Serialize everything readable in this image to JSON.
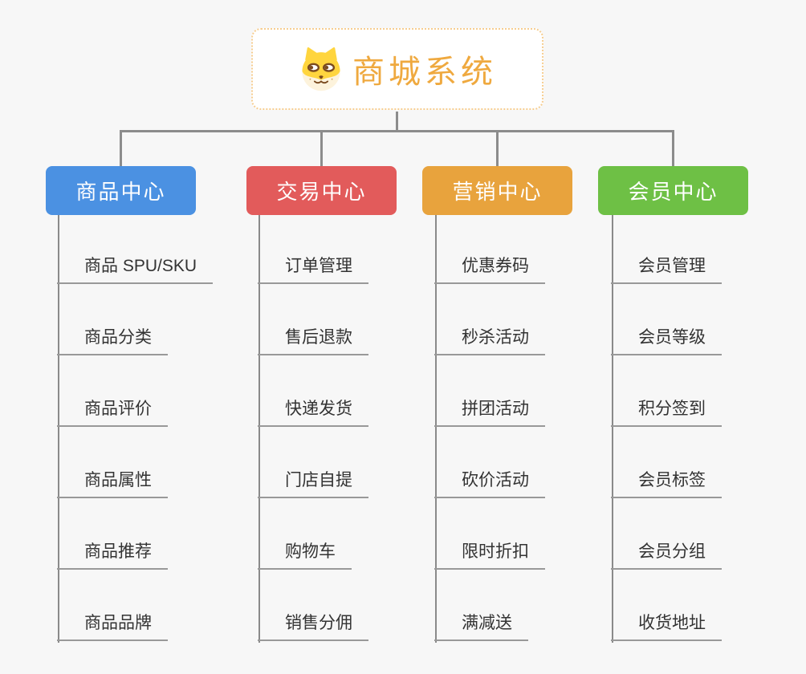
{
  "canvas": {
    "background_color": "#f7f7f7",
    "connector_color": "#8c8c8c",
    "underline_color": "#999999"
  },
  "root": {
    "title": "商城系统",
    "icon": "dog-face-icon",
    "text_color": "#efa93f",
    "border_color": "#f6cd90"
  },
  "branches": [
    {
      "label": "商品中心",
      "color": "#4b91e2",
      "items": [
        "商品 SPU/SKU",
        "商品分类",
        "商品评价",
        "商品属性",
        "商品推荐",
        "商品品牌"
      ]
    },
    {
      "label": "交易中心",
      "color": "#e25b5b",
      "items": [
        "订单管理",
        "售后退款",
        "快递发货",
        "门店自提",
        "购物车",
        "销售分佣"
      ]
    },
    {
      "label": "营销中心",
      "color": "#e8a33d",
      "items": [
        "优惠券码",
        "秒杀活动",
        "拼团活动",
        "砍价活动",
        "限时折扣",
        "满减送"
      ]
    },
    {
      "label": "会员中心",
      "color": "#6ec045",
      "items": [
        "会员管理",
        "会员等级",
        "积分签到",
        "会员标签",
        "会员分组",
        "收货地址"
      ]
    }
  ]
}
